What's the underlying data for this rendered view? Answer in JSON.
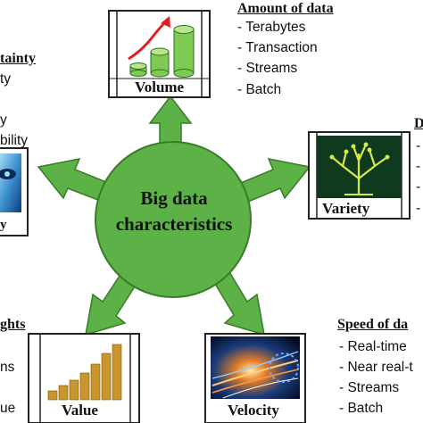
{
  "center": {
    "line1": "Big data",
    "line2": "characteristics",
    "fill_color": "#5cb246",
    "stroke_color": "#3a7a28"
  },
  "volume": {
    "caption": "Volume",
    "header": "Amount of data",
    "items": [
      "- Terabytes",
      "- Transaction",
      "- Streams",
      "- Batch"
    ]
  },
  "variety": {
    "caption": "Variety",
    "header": "D",
    "items": [
      "-",
      "-",
      "-",
      "-"
    ]
  },
  "velocity": {
    "caption": "Velocity",
    "header": "Speed of da",
    "items": [
      "- Real-time",
      "- Near real-t",
      "- Streams",
      "- Batch"
    ]
  },
  "value": {
    "caption": "Value",
    "header": "ghts",
    "items": [
      "ns",
      "ue"
    ]
  },
  "veracity": {
    "caption": "y",
    "header": "tainty",
    "items": [
      "ty",
      "y",
      "bility"
    ]
  },
  "arrow_color": "#5cb246"
}
